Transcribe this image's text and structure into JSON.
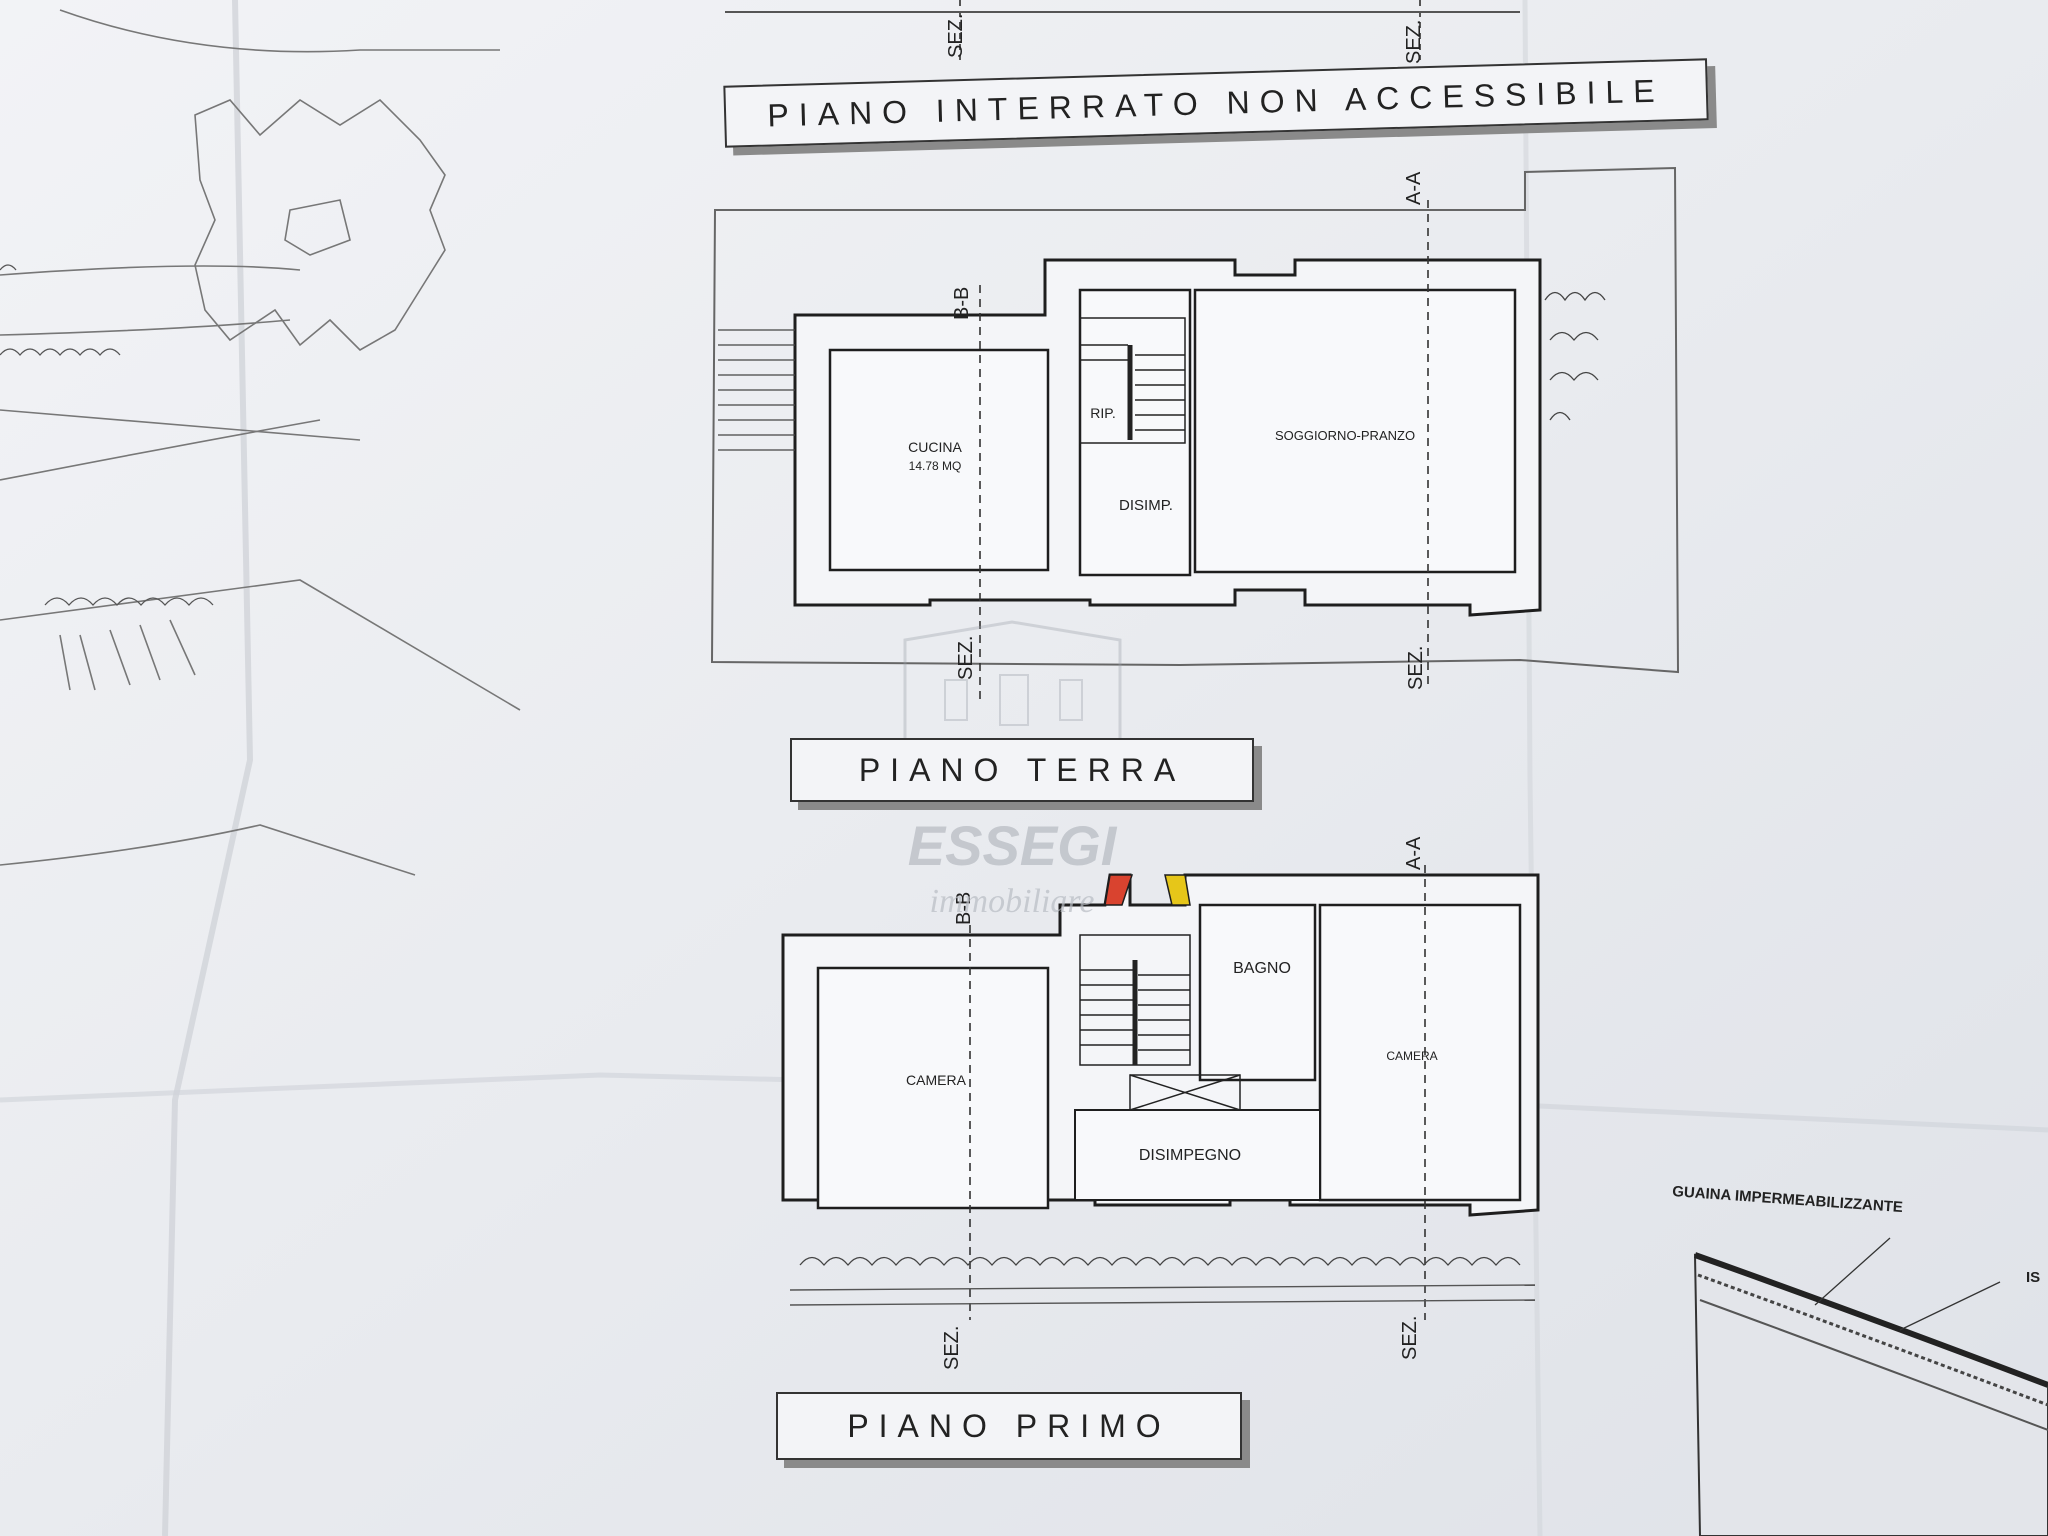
{
  "titles": {
    "interrato": "PIANO INTERRATO NON ACCESSIBILE",
    "terra": "PIANO TERRA",
    "primo": "PIANO PRIMO"
  },
  "section_marks": {
    "sez": "SEZ.",
    "aa": "A-A",
    "bb": "B-B"
  },
  "ground_floor_rooms": {
    "cucina": "CUCINA",
    "cucina_area": "14.78 MQ",
    "rip": "RIP.",
    "disimp": "DISIMP.",
    "soggiorno": "SOGGIORNO-PRANZO"
  },
  "first_floor_rooms": {
    "camera_left": "CAMERA",
    "bagno": "BAGNO",
    "camera_right": "CAMERA",
    "disimpegno": "DISIMPEGNO"
  },
  "detail": {
    "guaina": "GUAINA IMPERMEABILIZZANTE",
    "isolante_partial": "IS"
  },
  "watermark": {
    "brand": "ESSEGI",
    "sub": "immobiliare"
  },
  "colors": {
    "paper": "#eceef2",
    "wall": "#f4f5f8",
    "line": "#1e1e1e",
    "accent_red": "#d9432f",
    "accent_yellow": "#e6c619",
    "watermark": "#b9bdc4"
  }
}
